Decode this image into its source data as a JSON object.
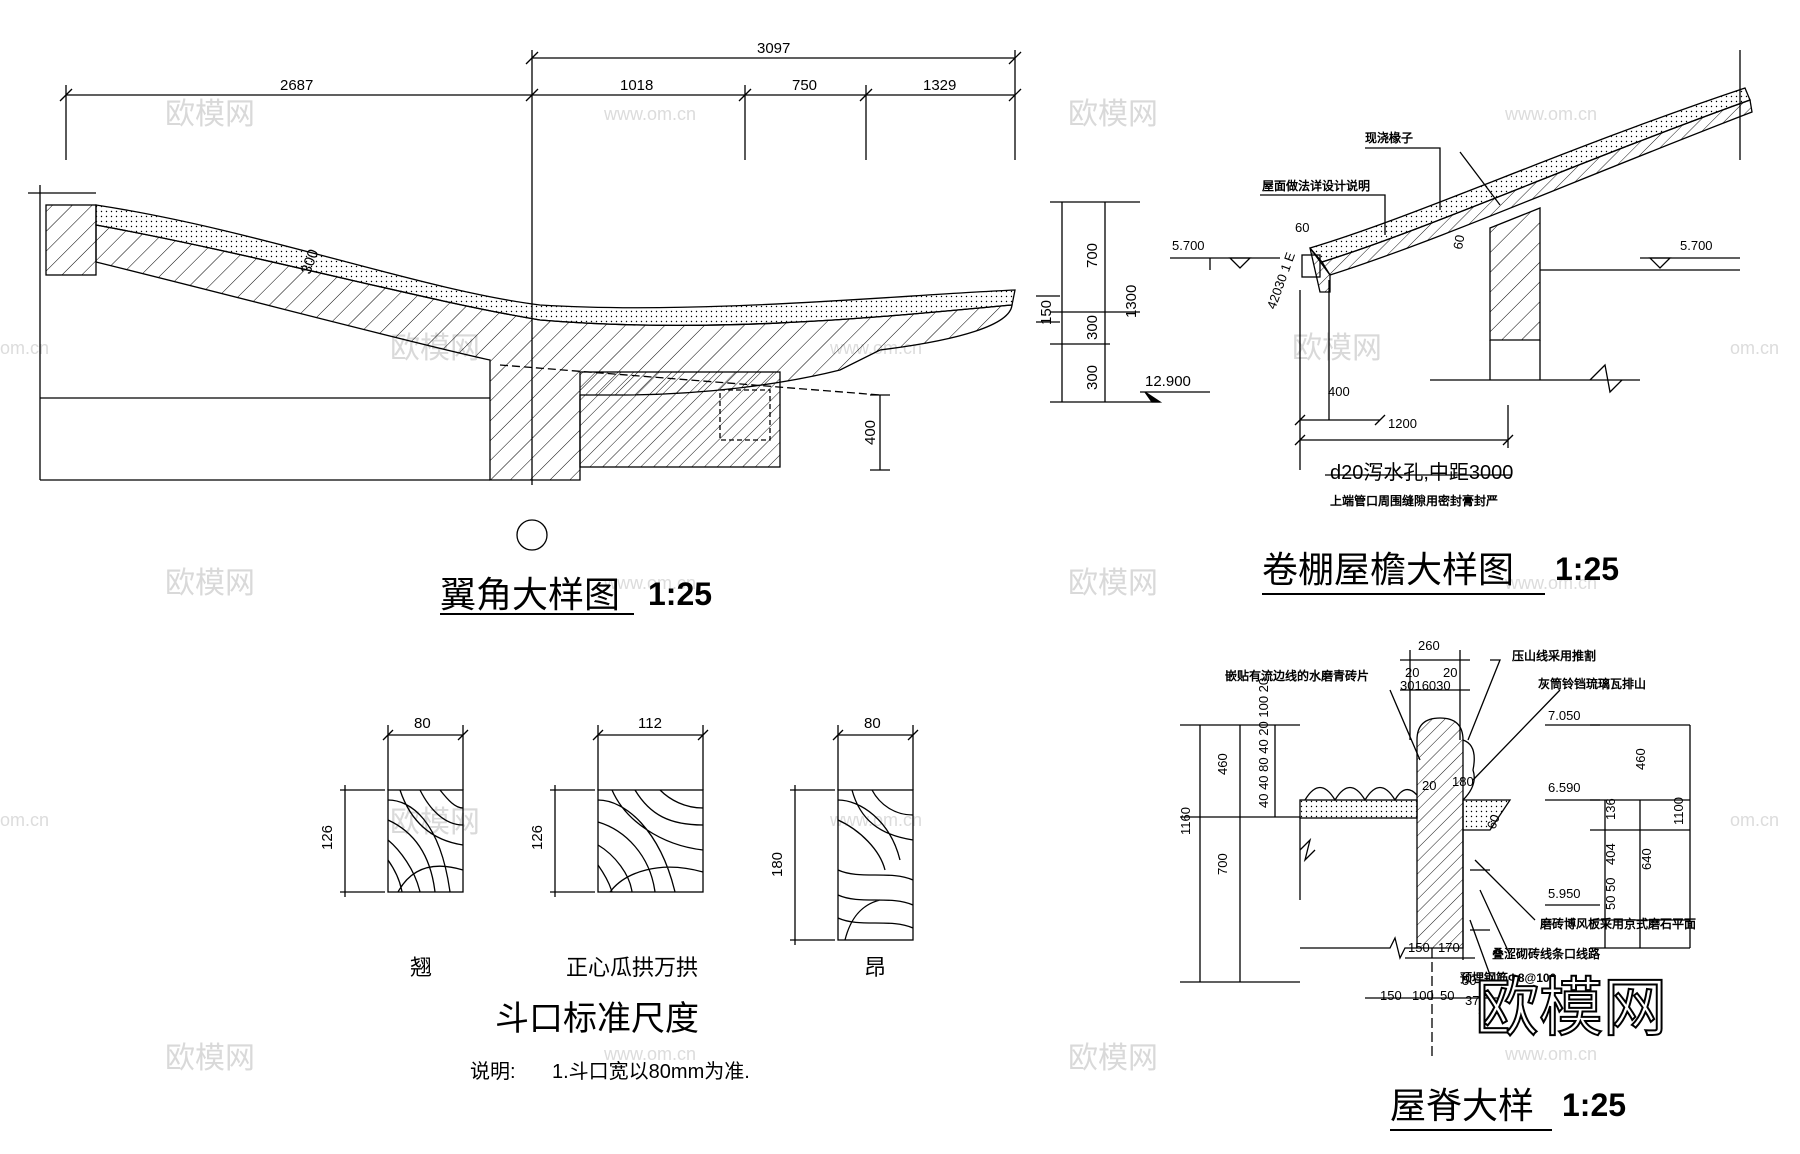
{
  "wing_corner": {
    "title": "翼角大样图",
    "scale": "1:25",
    "dims": {
      "d2687": "2687",
      "d3097": "3097",
      "d1018": "1018",
      "d750": "750",
      "d1329": "1329",
      "d300": "300",
      "d150": "150",
      "d700": "700",
      "d1300": "1300",
      "d300b": "300",
      "d300c": "300",
      "d400": "400"
    },
    "elevation": "12.900"
  },
  "eave": {
    "title": "卷棚屋檐大样图",
    "scale": "1:25",
    "notes": {
      "rafter": "现浇椽子",
      "roof": "屋面做法详设计说明",
      "hole": "d20泻水孔,中距3000",
      "seal": "上端管口周围缝隙用密封膏封严"
    },
    "dims": {
      "d60a": "60",
      "d60b": "60",
      "d400": "400",
      "d1200": "1200",
      "left_stack": "42030 1 E"
    },
    "elev_left": "5.700",
    "elev_right": "5.700"
  },
  "dou": {
    "title": "斗口标准尺度",
    "note_label": "说明:",
    "note": "1.斗口宽以80mm为准.",
    "items": [
      {
        "label": "翘",
        "w": "80",
        "h": "126"
      },
      {
        "label": "正心瓜拱万拱",
        "w": "112",
        "h": "126"
      },
      {
        "label": "昂",
        "w": "80",
        "h": "180"
      }
    ]
  },
  "ridge": {
    "title": "屋脊大样",
    "scale": "1:25",
    "notes": {
      "tile_left": "嵌贴有流边线的水磨青砖片",
      "pressing": "压山线采用推割",
      "glaze": "灰筒铃铛琉璃瓦排山",
      "board": "磨砖博风板采用京式磨石平面",
      "layer": "叠涩砌砖线条口线路",
      "foot": "预埋钢筋Φ8@100"
    },
    "dims": {
      "top260": "260",
      "top20a": "20",
      "top20b": "20",
      "top_row": "3016030",
      "l460": "460",
      "l1160": "1160",
      "l700": "700",
      "stack": "40 40 80 40 20 100 20",
      "mid20": "20",
      "mid180": "180",
      "mid60": "60",
      "r460": "460",
      "r1100": "1100",
      "r136": "136",
      "r404": "404",
      "r640": "640",
      "r50": "50 50",
      "b150a": "150",
      "b170": "170",
      "b150b": "150",
      "b100": "100",
      "b50a": "50",
      "b50b": "50",
      "b37": "37",
      "b5": "5"
    },
    "elevations": [
      "7.050",
      "6.590",
      "5.950"
    ]
  },
  "watermarks": {
    "brand": "欧模网",
    "url": "www.om.cn",
    "cn": "om.cn"
  }
}
